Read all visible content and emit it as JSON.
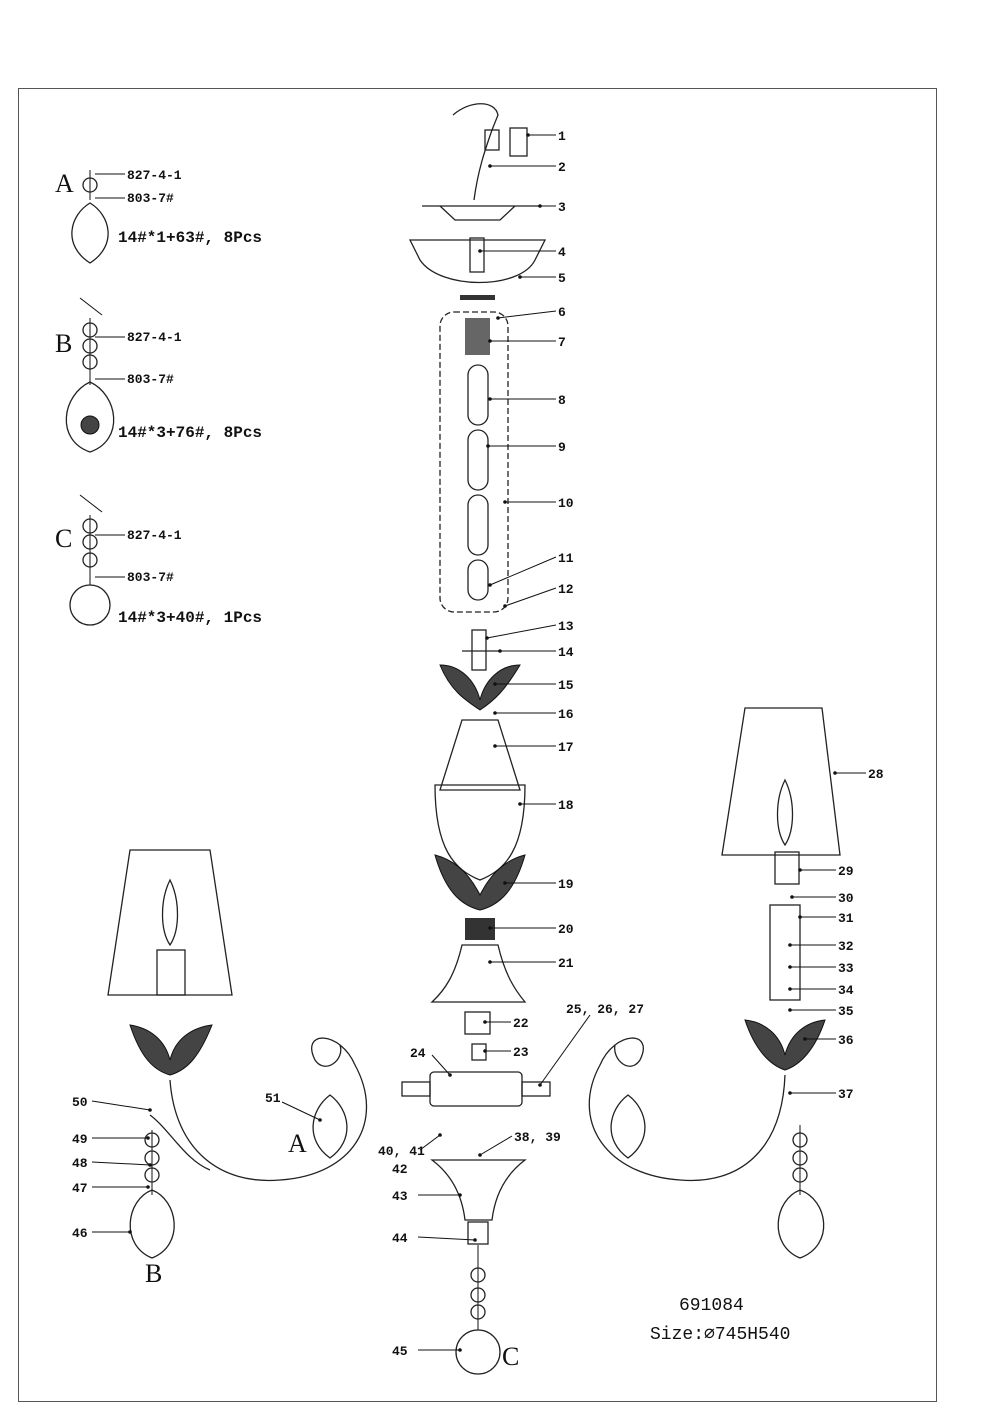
{
  "crystal_key": [
    {
      "letter": "A",
      "bead": "827-4-1",
      "connector": "803-7#",
      "spec": "14#*1+63#,  8Pcs"
    },
    {
      "letter": "B",
      "bead": "827-4-1",
      "connector": "803-7#",
      "spec": "14#*3+76#,  8Pcs"
    },
    {
      "letter": "C",
      "bead": "827-4-1",
      "connector": "803-7#",
      "spec": "14#*3+40#,  1Pcs"
    }
  ],
  "callouts": [
    "1",
    "2",
    "3",
    "4",
    "5",
    "6",
    "7",
    "8",
    "9",
    "10",
    "11",
    "12",
    "13",
    "14",
    "15",
    "16",
    "17",
    "18",
    "19",
    "20",
    "21",
    "22",
    "23",
    "24",
    "25, 26, 27",
    "28",
    "29",
    "30",
    "31",
    "32",
    "33",
    "34",
    "35",
    "36",
    "37",
    "38, 39",
    "40, 41",
    "42",
    "43",
    "44",
    "45",
    "46",
    "47",
    "48",
    "49",
    "50",
    "51"
  ],
  "drawing_letters": [
    "A",
    "B",
    "C"
  ],
  "model": "691084",
  "size": "Size:⌀745H540"
}
